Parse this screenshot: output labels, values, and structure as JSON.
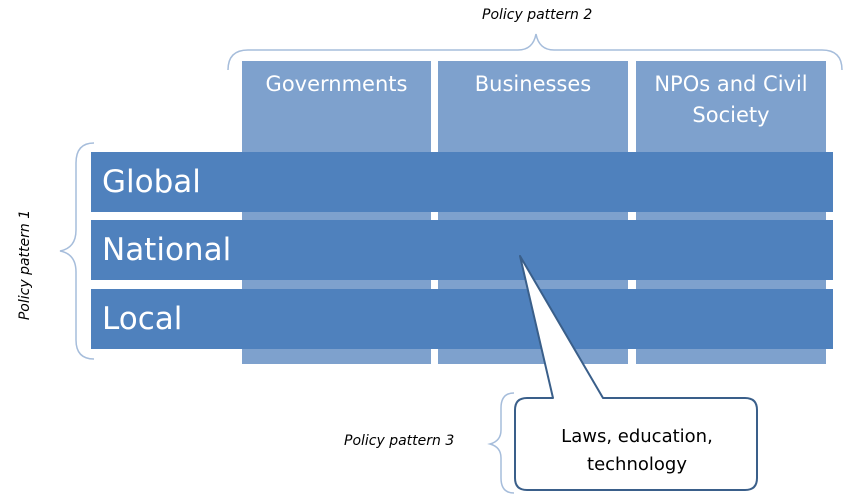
{
  "labels": {
    "pattern_1": "Policy pattern 1",
    "pattern_2": "Policy pattern 2",
    "pattern_3": "Policy pattern 3"
  },
  "columns": [
    {
      "label": "Governments"
    },
    {
      "label": "Businesses"
    },
    {
      "label": "NPOs and Civil Society"
    }
  ],
  "rows": [
    {
      "label": "Global"
    },
    {
      "label": "National"
    },
    {
      "label": "Local"
    }
  ],
  "callout": {
    "line1": "Laws, education,",
    "line2": "technology"
  },
  "colors": {
    "column_fill": "#7ea1cd",
    "row_fill": "#4f81bd",
    "bracket_stroke": "#a6bddb",
    "callout_stroke": "#3a5f8a"
  }
}
